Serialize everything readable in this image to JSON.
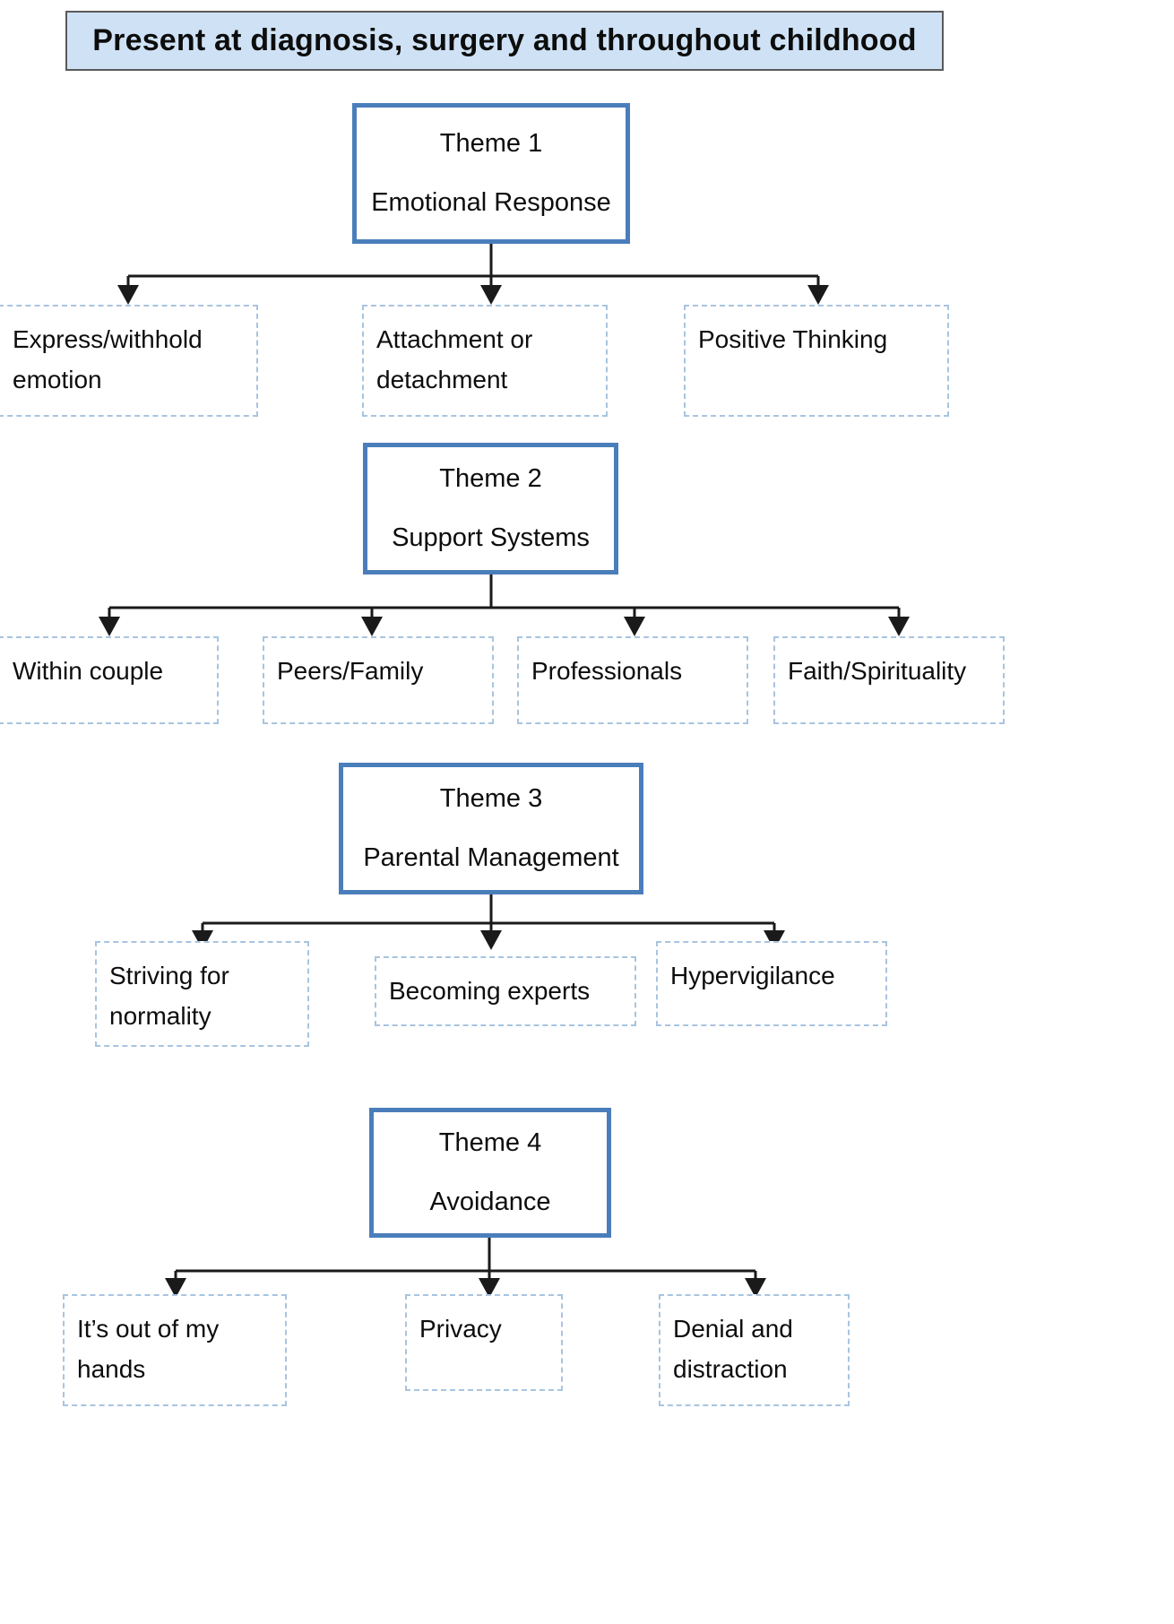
{
  "header": {
    "text": "Present at diagnosis, surgery and throughout childhood",
    "fill_color": "#cfe2f5",
    "border_color": "#5a5a5a"
  },
  "style": {
    "theme_border_color": "#4a7ebb",
    "sub_border_color": "#a8c4e0",
    "connector_color": "#1a1a1a",
    "text_color": "#0d0d0d",
    "background": "#ffffff"
  },
  "themes": [
    {
      "number_label": "Theme 1",
      "title": "Emotional Response",
      "subthemes": [
        {
          "line1": "Express/withhold",
          "line2": "emotion"
        },
        {
          "line1": "Attachment or",
          "line2": "detachment"
        },
        {
          "line1": "Positive Thinking",
          "line2": ""
        }
      ]
    },
    {
      "number_label": "Theme 2",
      "title": "Support Systems",
      "subthemes": [
        {
          "line1": "Within couple",
          "line2": ""
        },
        {
          "line1": "Peers/Family",
          "line2": ""
        },
        {
          "line1": "Professionals",
          "line2": ""
        },
        {
          "line1": "Faith/Spirituality",
          "line2": ""
        }
      ]
    },
    {
      "number_label": "Theme 3",
      "title": "Parental Management",
      "subthemes": [
        {
          "line1": "Striving for",
          "line2": "normality"
        },
        {
          "line1": "Becoming experts",
          "line2": ""
        },
        {
          "line1": "Hypervigilance",
          "line2": ""
        }
      ]
    },
    {
      "number_label": "Theme 4",
      "title": "Avoidance",
      "subthemes": [
        {
          "line1": "It’s out of my",
          "line2": "hands"
        },
        {
          "line1": "Privacy",
          "line2": ""
        },
        {
          "line1": "Denial and",
          "line2": "distraction"
        }
      ]
    }
  ]
}
